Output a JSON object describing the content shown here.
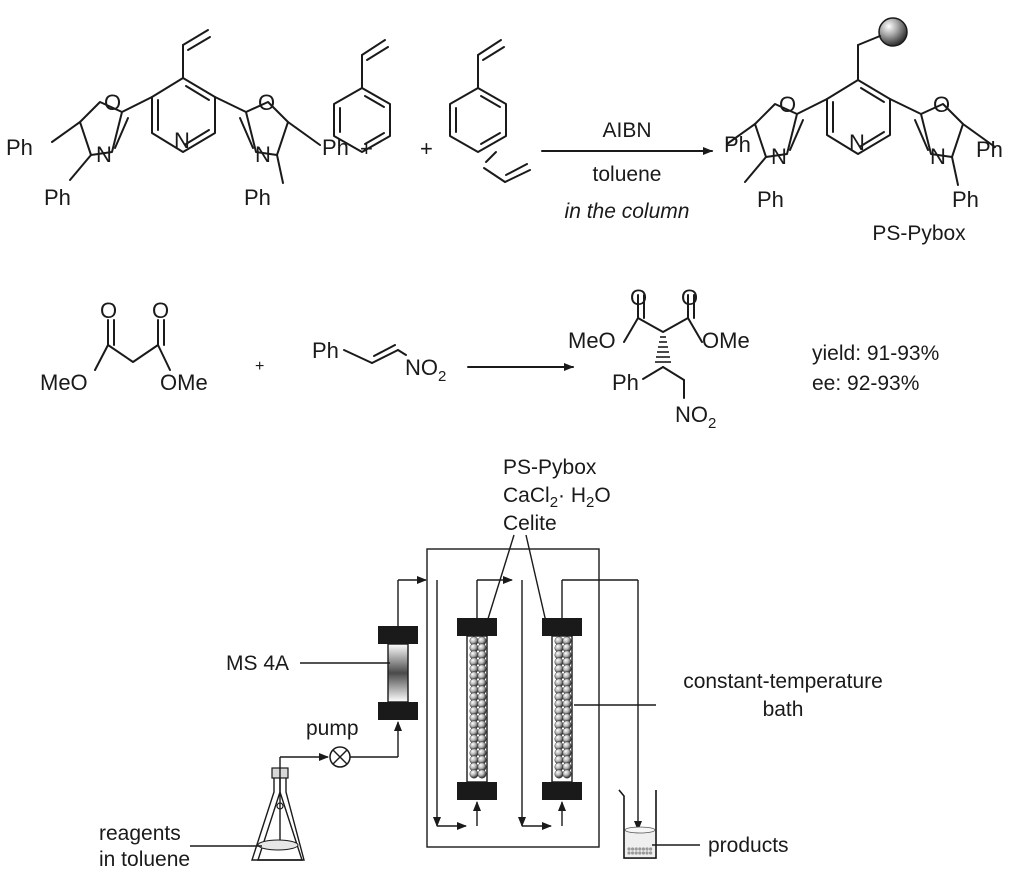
{
  "reaction1": {
    "reagent": "AIBN",
    "solvent": "toluene",
    "condition": "in the column",
    "product_name": "PS-Pybox",
    "plus": "+"
  },
  "reaction2": {
    "plus": "+",
    "yield": "yield: 91-93%",
    "ee": "ee: 92-93%"
  },
  "atoms": {
    "Ph": "Ph",
    "O": "O",
    "N": "N",
    "MeO": "MeO",
    "OMe": "OMe",
    "NO": "NO",
    "sub2": "2"
  },
  "apparatus": {
    "column_packing": [
      "PS-Pybox",
      "CaCl",
      "· H",
      "O",
      "Celite"
    ],
    "sub2": "2",
    "drying_column": "MS 4A",
    "pump": "pump",
    "bath": [
      "constant-temperature",
      "bath"
    ],
    "reservoir": [
      "reagents",
      "in toluene"
    ],
    "collector": "products"
  }
}
